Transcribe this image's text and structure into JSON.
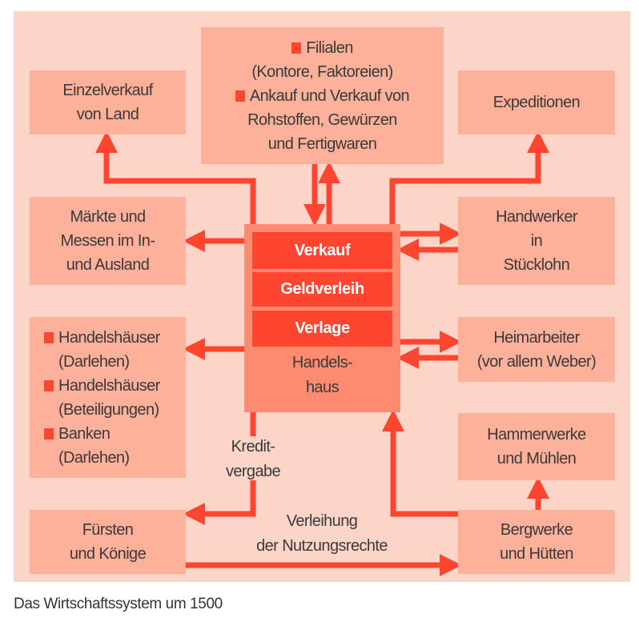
{
  "colors": {
    "background": "#fdd5c8",
    "box": "#fdb09a",
    "center": "#fe8a70",
    "accent": "#fe4530"
  },
  "boxes": {
    "einzelverkauf": [
      "Einzelverkauf",
      "von Land"
    ],
    "top_center": {
      "item1": [
        "Filialen",
        "(Kontore, Faktoreien)"
      ],
      "item2": [
        "Ankauf und Verkauf von",
        "Rohstoffen, Gewürzen",
        "und Fertigwaren"
      ]
    },
    "expeditionen": "Expeditionen",
    "maerkte": [
      "Märkte und",
      "Messen im In-",
      "und Ausland"
    ],
    "handwerker": [
      "Handwerker",
      "in",
      "Stücklohn"
    ],
    "finanz": [
      [
        "Handelshäuser",
        "(Darlehen)"
      ],
      [
        "Handelshäuser",
        "(Beteiligungen)"
      ],
      [
        "Banken",
        "(Darlehen)"
      ]
    ],
    "heimarbeiter": [
      "Heimarbeiter",
      "(vor allem Weber)"
    ],
    "hammerwerke": [
      "Hammerwerke",
      "und Mühlen"
    ],
    "fuersten": [
      "Fürsten",
      "und Könige"
    ],
    "bergwerke": [
      "Bergwerke",
      "und Hütten"
    ]
  },
  "center": {
    "bars": [
      "Verkauf",
      "Geldverleih",
      "Verlage"
    ],
    "label": [
      "Handels-",
      "haus"
    ]
  },
  "labels": {
    "kredit": [
      "Kredit-",
      "vergabe"
    ],
    "verleihung": [
      "Verleihung",
      "der Nutzungsrechte"
    ]
  },
  "caption": "Das Wirtschaftssystem um 1500"
}
